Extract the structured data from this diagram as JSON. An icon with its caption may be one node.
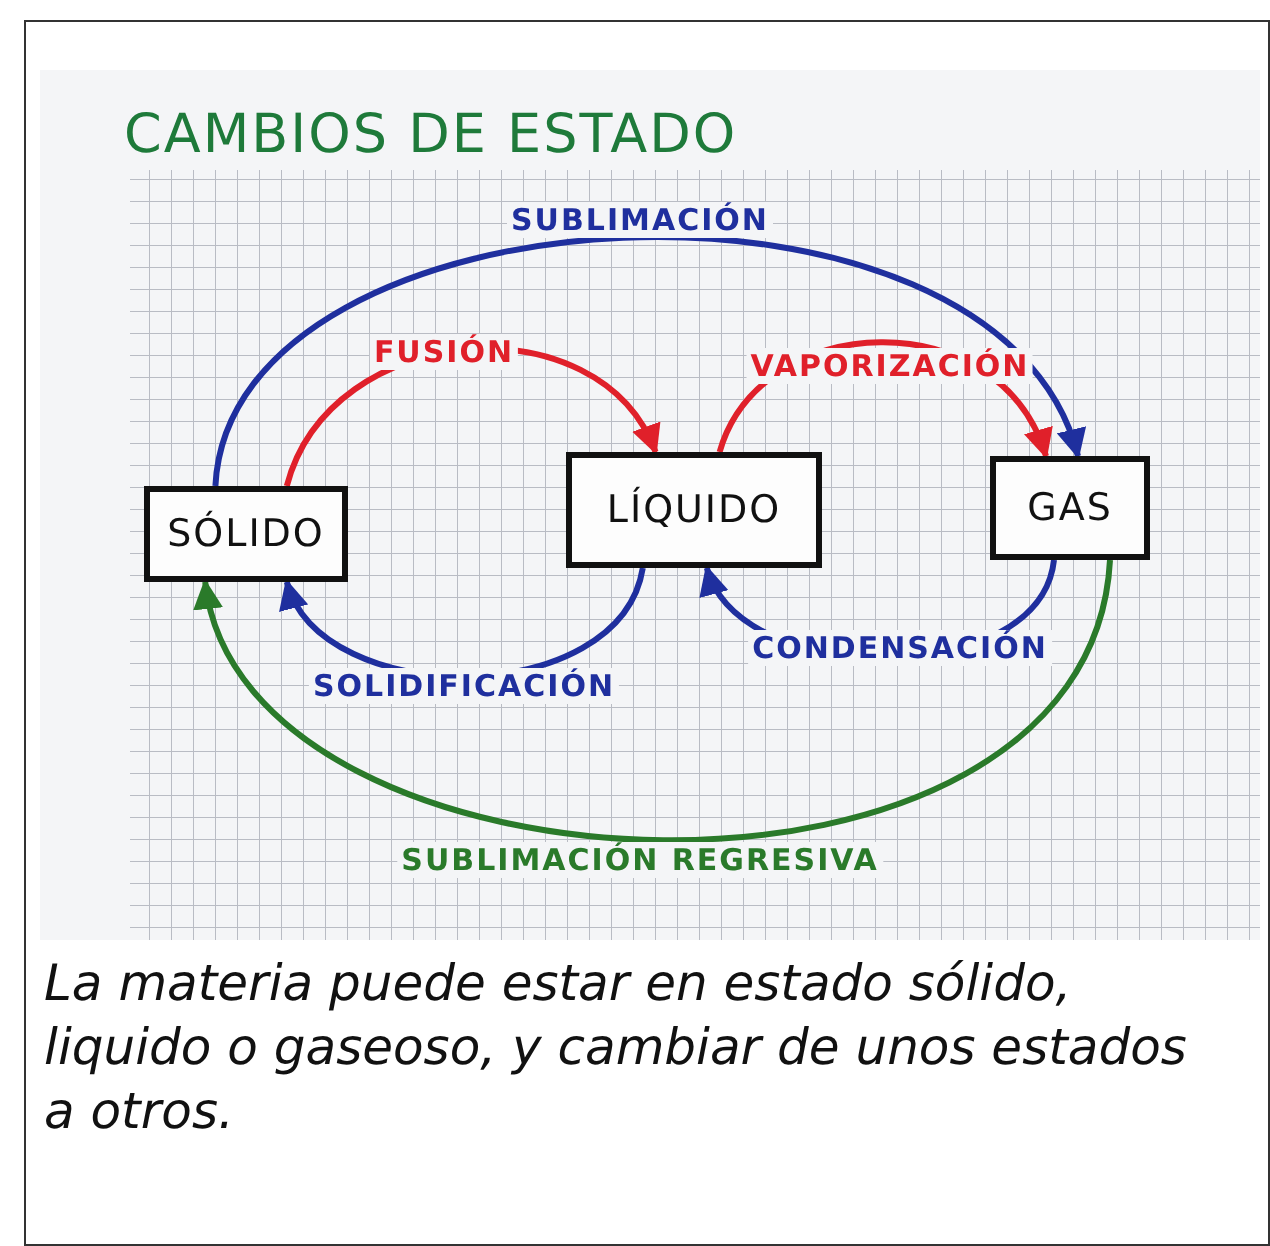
{
  "diagram": {
    "title": "CAMBIOS DE ESTADO",
    "nodes": [
      {
        "text": [
          "SÓLIDO"
        ]
      },
      {
        "text": [
          "LÍQUIDO"
        ]
      },
      {
        "text": [
          "GAS"
        ]
      }
    ],
    "edges": [
      {
        "from": 0,
        "to": 2,
        "arrow": "to",
        "label": "SUBLIMACIÓN"
      },
      {
        "from": 0,
        "to": 1,
        "arrow": "to",
        "label": "FUSIÓN",
        "color": "#e0202a"
      },
      {
        "from": 1,
        "to": 2,
        "arrow": "to",
        "label": "VAPORIZACIÓN",
        "color": "#e0202a"
      },
      {
        "from": 1,
        "to": 0,
        "arrow": "to",
        "label": "SOLIDIFICACIÓN"
      },
      {
        "from": 2,
        "to": 1,
        "arrow": "to",
        "label": "CONDENSACIÓN"
      },
      {
        "from": 2,
        "to": 0,
        "arrow": "to",
        "label": "SUBLIMACIÓN REGRESIVA",
        "color": "#2a7a2a"
      }
    ],
    "caption": "La materia puede estar en estado sólido, liquido o gaseoso, y cambiar de unos estados a otros."
  }
}
